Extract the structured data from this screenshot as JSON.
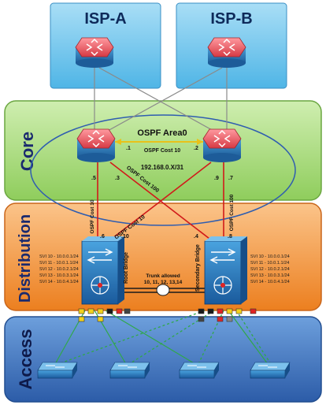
{
  "isp": {
    "a_label": "ISP-A",
    "b_label": "ISP-B"
  },
  "layers": {
    "core": "Core",
    "distribution": "Distribution",
    "access": "Access"
  },
  "core": {
    "area_label": "OSPF Area0",
    "cost_label": "OSPF Cost 10",
    "subnet_label": "192.168.0.X/31",
    "ip_left_top": ".1",
    "ip_right_top": ".2",
    "ip_left_bottom_5": ".5",
    "ip_left_bottom_3": ".3",
    "ip_right_bottom_9": ".9",
    "ip_right_bottom_7": ".7"
  },
  "links": {
    "left_vertical_cost": "OSPF Cost 10",
    "right_vertical_cost": "OSPF Cost 100",
    "cross_upper_cost": "OSPF Cost 100",
    "cross_lower_cost": "OSPF Cost 10",
    "ip_dist_left_6": ".6",
    "ip_dist_left_10": ".10",
    "ip_dist_right_4": ".4",
    "ip_dist_right_8": ".8"
  },
  "distribution": {
    "left_role": "Root Bridge",
    "right_role": "Secondary Bridge",
    "trunk_line1": "Trunk allowed",
    "trunk_line2": "10, 11, 12, 13,14",
    "svi_left": [
      "SVI 10 - 10.0.0.1/24",
      "SVI 11 - 10.0.1.1/24",
      "SVI 12 - 10.0.2.1/24",
      "SVI 13 - 10.0.3.1/24",
      "SVI 14 - 10.0.4.1/24"
    ],
    "svi_right": [
      "SVI 10 - 10.0.0.1/24",
      "SVI 11 - 10.0.1.1/24",
      "SVI 12 - 10.0.2.1/24",
      "SVI 13 - 10.0.3.1/24",
      "SVI 14 - 10.0.4.1/24"
    ]
  },
  "colors": {
    "isp_panel": "#6ec6ee",
    "core_panel": "#a8db7a",
    "distribution_panel": "#f59a3a",
    "access_panel": "#3f78c4",
    "link_red": "#d11a1a",
    "link_green": "#2fa84a",
    "link_gray": "#8a8a8a"
  }
}
